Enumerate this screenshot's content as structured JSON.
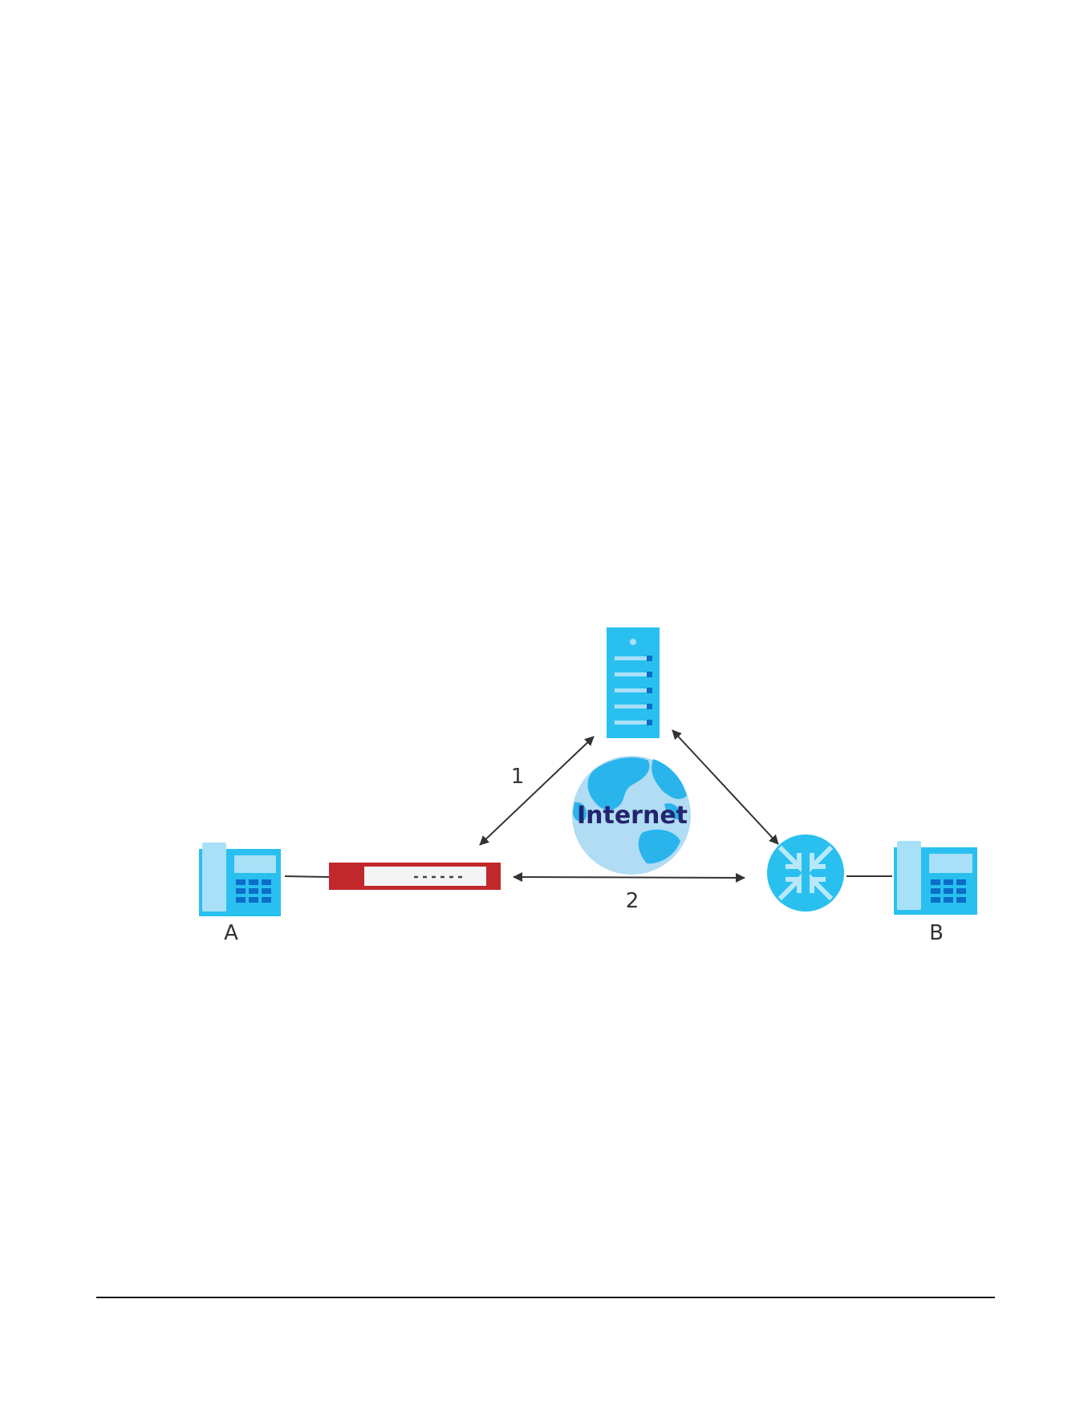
{
  "diagram": {
    "nodes": {
      "phone_a": {
        "label": "A",
        "icon": "desk-phone-icon"
      },
      "firewall": {
        "icon": "firewall-device-icon"
      },
      "server": {
        "icon": "sip-server-icon"
      },
      "internet": {
        "label": "Internet",
        "icon": "globe-icon"
      },
      "router": {
        "icon": "router-icon"
      },
      "phone_b": {
        "label": "B",
        "icon": "desk-phone-icon"
      }
    },
    "links": [
      {
        "id": "1",
        "label": "1",
        "from": "firewall",
        "to": "server",
        "bidirectional": true
      },
      {
        "id": "2",
        "label": "2",
        "from": "firewall",
        "to": "router",
        "bidirectional": true
      },
      {
        "id": "3",
        "from": "server",
        "to": "router",
        "bidirectional": true
      },
      {
        "id": "4",
        "from": "phone_a",
        "to": "firewall",
        "bidirectional": false
      },
      {
        "id": "5",
        "from": "router",
        "to": "phone_b",
        "bidirectional": false
      }
    ]
  },
  "colors": {
    "device_blue": "#29c0f0",
    "device_dark_blue": "#0a6ec8",
    "phone_light": "#a8e0f8",
    "firewall_red": "#c0282c",
    "globe_ocean": "#b0dcf4",
    "globe_land": "#29b4ec",
    "arrow": "#333333"
  }
}
